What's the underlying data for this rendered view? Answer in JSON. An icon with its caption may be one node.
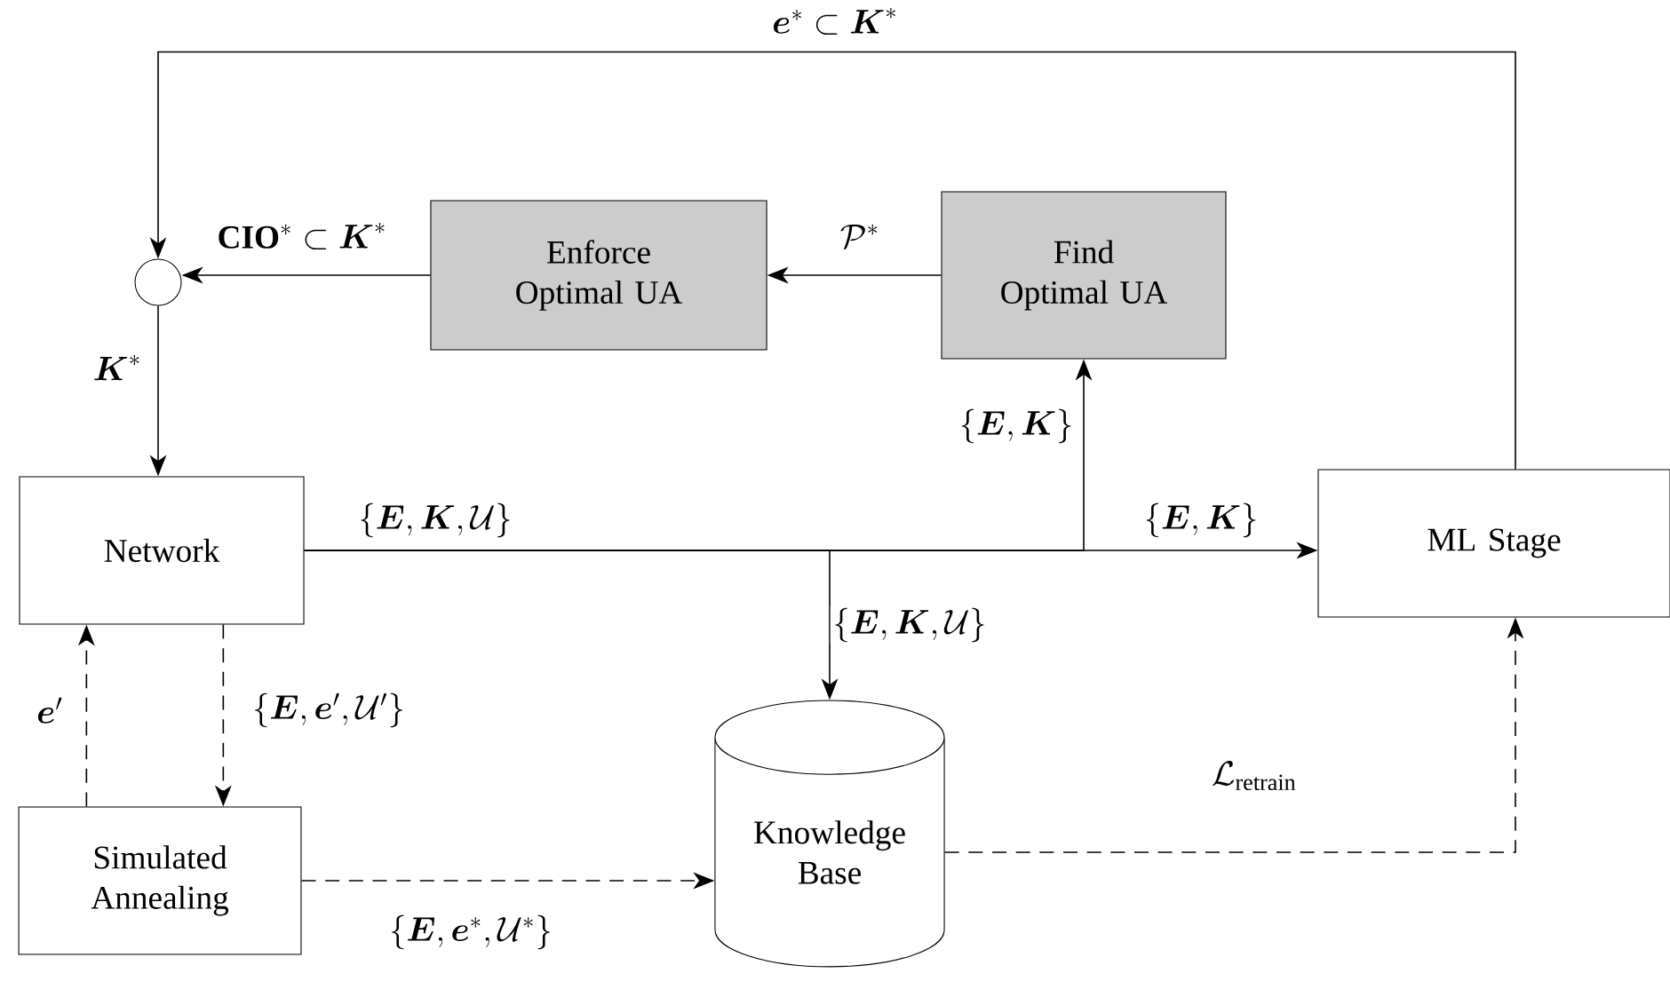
{
  "diagram": {
    "nodes": [
      {
        "text": [],
        "shape": "circle"
      },
      {
        "text": [
          "Enforce Optimal UA"
        ]
      },
      {
        "text": [
          "Find Optimal UA"
        ]
      },
      {
        "text": [
          "Network"
        ]
      },
      {
        "text": [
          "ML Stage"
        ]
      },
      {
        "text": [
          "Simulated Annealing"
        ]
      },
      {
        "text": [
          "Knowledge Base"
        ]
      }
    ],
    "edges": [
      {
        "from": 4,
        "to": 0,
        "arrow": "to",
        "label": "\\boldsymbol{e}^{*}\\subset\\boldsymbol{K}^{*}"
      },
      {
        "from": 1,
        "to": 0,
        "arrow": "to",
        "label": "\\mathbf{CIO}^{*}\\subset\\boldsymbol{K}^{*}"
      },
      {
        "from": 2,
        "to": 1,
        "arrow": "to",
        "label": "\\mathcal{P}^{*}"
      },
      {
        "from": 0,
        "to": 3,
        "arrow": "to",
        "label": "\\boldsymbol{K}^{*}"
      },
      {
        "from": 3,
        "to": 4,
        "arrow": "to",
        "label": "\\{\\boldsymbol{E},\\boldsymbol{K}\\}"
      },
      {
        "from": 3,
        "to": 2,
        "arrow": "to",
        "label": "\\{\\boldsymbol{E},\\boldsymbol{K}\\}"
      },
      {
        "from": 3,
        "to": 6,
        "arrow": "to",
        "label": "\\{\\boldsymbol{E},\\boldsymbol{K},\\mathcal{U}\\}"
      },
      {
        "from": 3,
        "to": 5,
        "arrow": "to",
        "style": "dashed",
        "label": "\\{\\boldsymbol{E},\\boldsymbol{e}',\\mathcal{U}'\\}"
      },
      {
        "from": 5,
        "to": 3,
        "arrow": "to",
        "style": "dashed",
        "label": "\\boldsymbol{e}'"
      },
      {
        "from": 5,
        "to": 6,
        "arrow": "to",
        "style": "dashed",
        "label": "\\{\\boldsymbol{E},\\boldsymbol{e}^{*},\\mathcal{U}^{*}\\}"
      },
      {
        "from": 6,
        "to": 4,
        "arrow": "to",
        "style": "dashed",
        "label": "\\mathcal{L}_{\\mathrm{retrain}}"
      }
    ],
    "labels": [
      "\\{\\boldsymbol{E},\\boldsymbol{K},\\mathcal{U}\\}"
    ]
  }
}
